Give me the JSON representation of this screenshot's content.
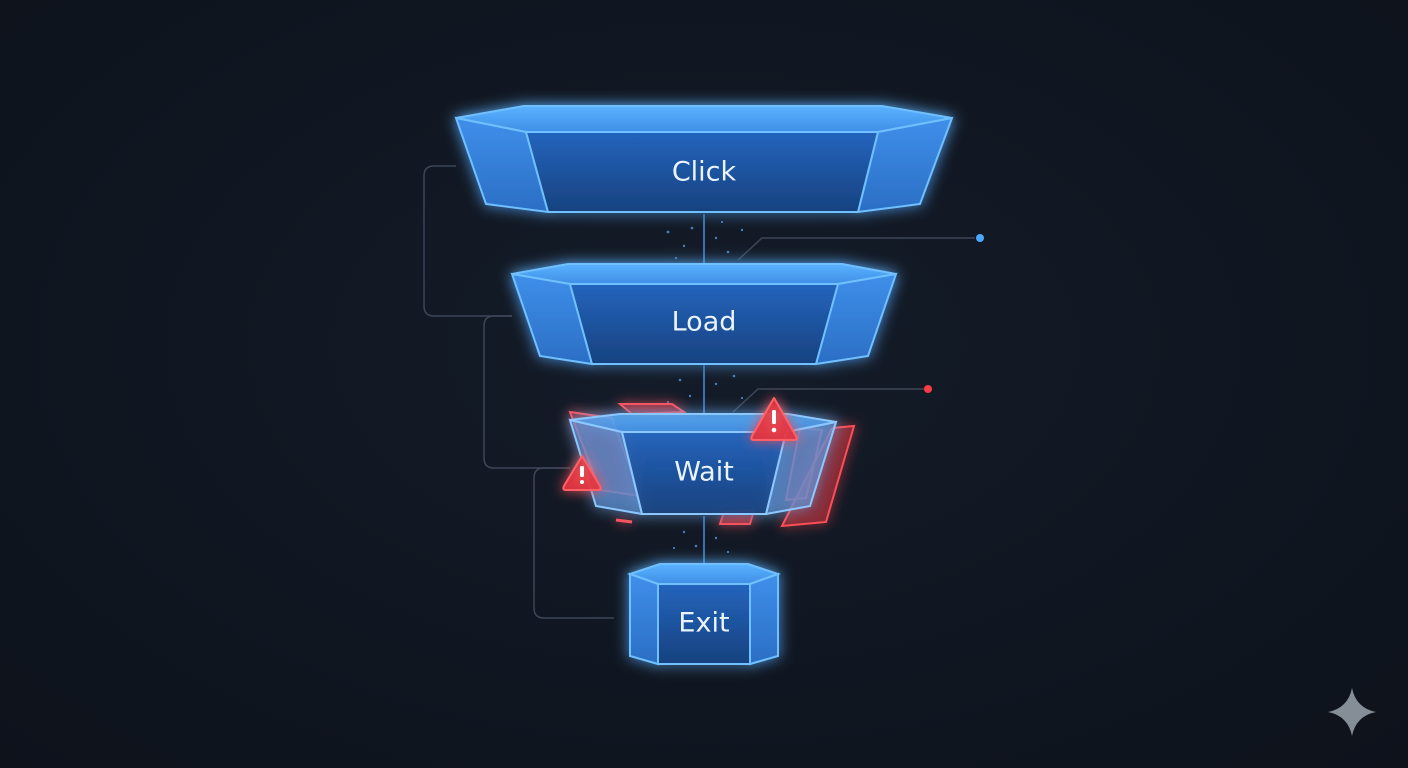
{
  "diagram": {
    "stages": [
      {
        "id": "click",
        "label": "Click",
        "state": "normal"
      },
      {
        "id": "load",
        "label": "Load",
        "state": "normal"
      },
      {
        "id": "wait",
        "label": "Wait",
        "state": "error"
      },
      {
        "id": "exit",
        "label": "Exit",
        "state": "normal"
      }
    ]
  },
  "colors": {
    "background": "#111722",
    "stage_fill": "#1f5fb8",
    "stage_edge": "#4aa8ff",
    "error": "#ff3b45",
    "connector": "#3c4656"
  },
  "icons": [
    "warning-icon",
    "sparkle-icon"
  ]
}
